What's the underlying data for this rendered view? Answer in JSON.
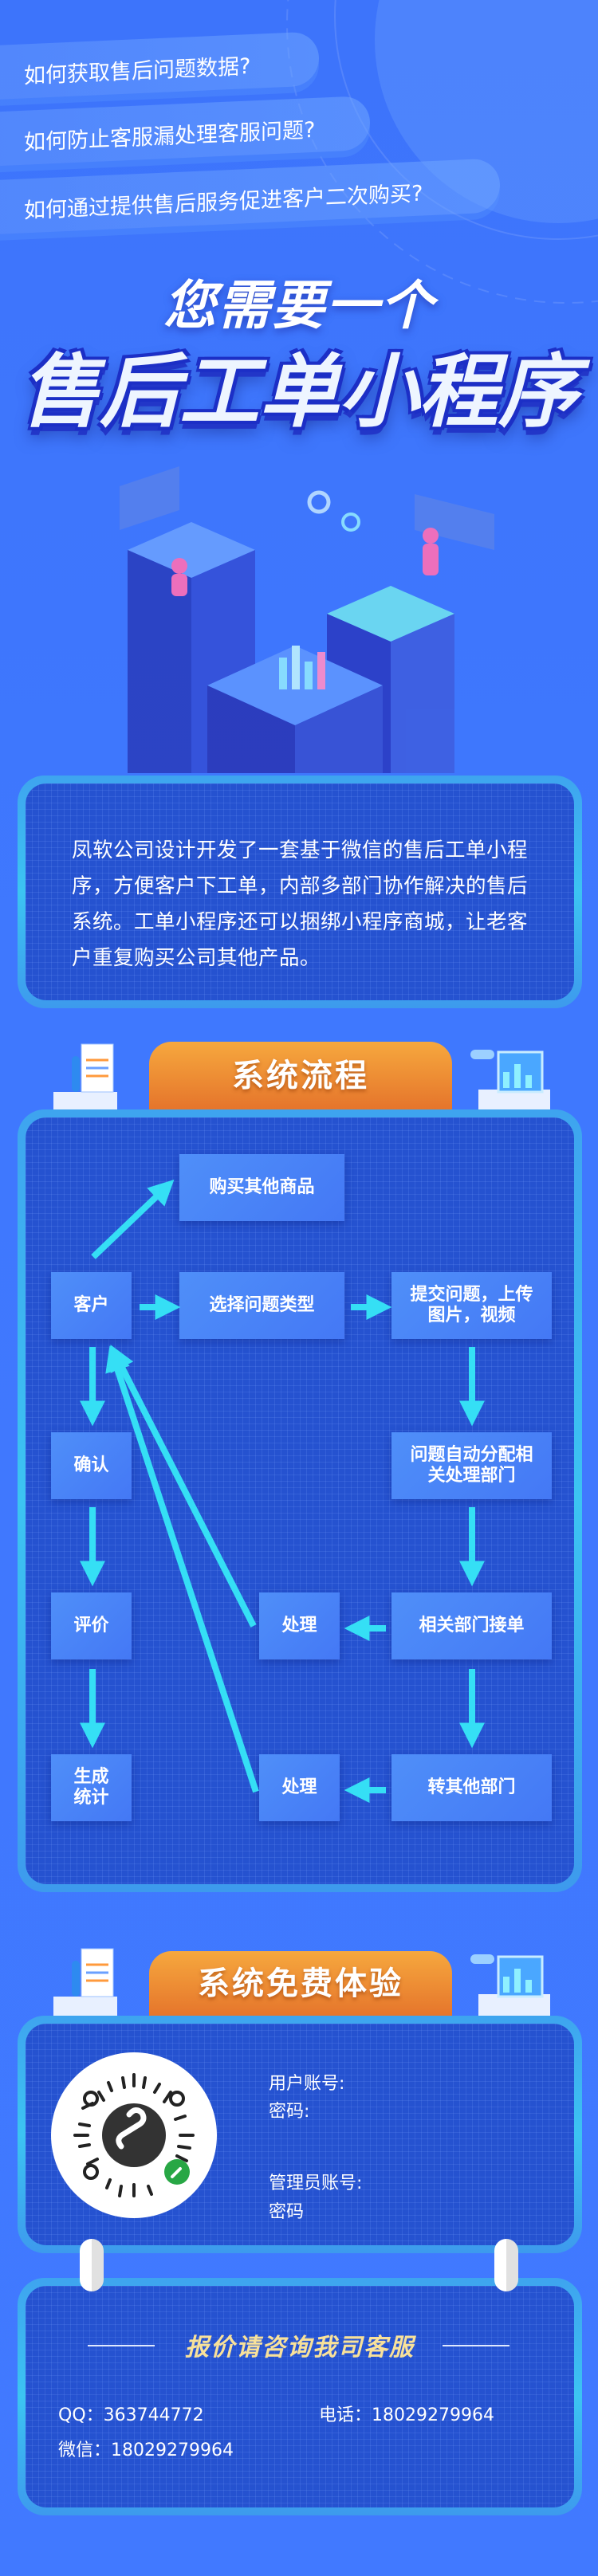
{
  "hero": {
    "questions": [
      "如何获取售后问题数据?",
      "如何防止客服漏处理客服问题?",
      "如何通过提供售后服务促进客户二次购买?"
    ],
    "title_line1": "您需要一个",
    "title_line2": "售后工单小程序"
  },
  "intro": {
    "text": "凤软公司设计开发了一套基于微信的售后工单小程序，方便客户下工单，内部多部门协作解决的售后系统。工单小程序还可以捆绑小程序商城，让老客户重复购买公司其他产品。"
  },
  "flow": {
    "header": "系统流程",
    "nodes": {
      "buy_other": "购买其他商品",
      "customer": "客户",
      "select_type": "选择问题类型",
      "submit": "提交问题，上传图片，视频",
      "auto_assign": "问题自动分配相关处理部门",
      "confirm": "确认",
      "evaluate": "评价",
      "process1": "处理",
      "dept_accept": "相关部门接单",
      "stats": "生成统计",
      "process2": "处理",
      "transfer": "转其他部门"
    }
  },
  "trial": {
    "header": "系统免费体验",
    "user_account": "用户账号:",
    "user_password": "密码:",
    "admin_account": "管理员账号:",
    "admin_password": "密码"
  },
  "contact": {
    "heading": "报价请咨询我司客服",
    "qq": "QQ：363744772",
    "phone": "电话：18029279964",
    "wechat": "微信：18029279964"
  },
  "colors": {
    "background": "#3f78fe",
    "arrow": "#35dff5",
    "header_orange": "#ee8c33",
    "node": "#4a85f7",
    "panel": "#2552d0"
  }
}
